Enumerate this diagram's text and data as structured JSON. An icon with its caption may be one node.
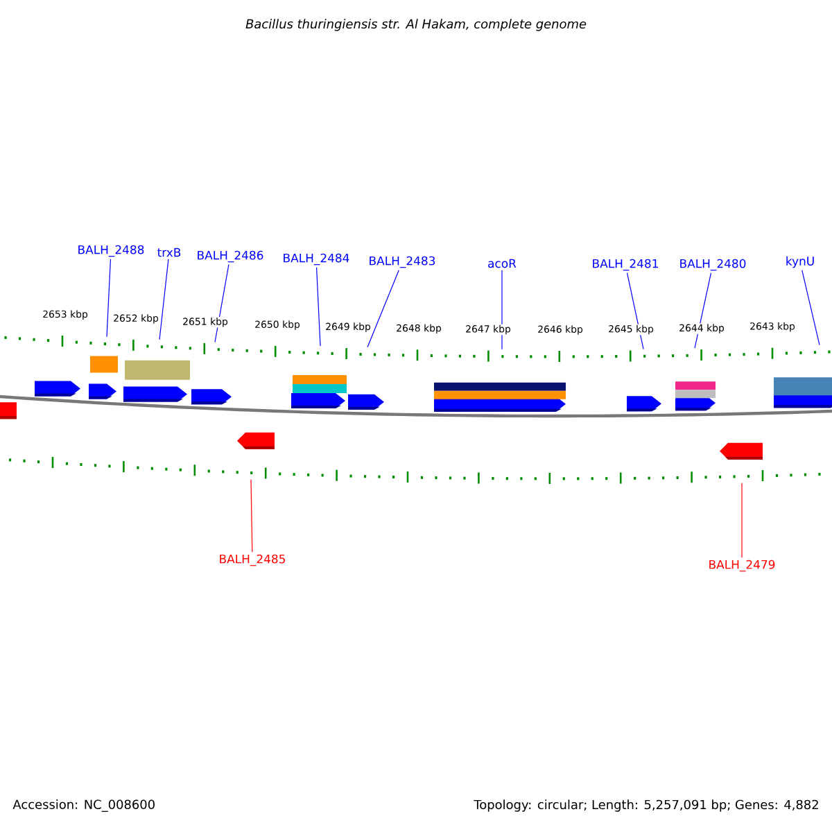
{
  "diagram": {
    "title": "Bacillus thuringiensis str. Al Hakam, complete genome",
    "nodes": [
      {
        "text": [
          "BALH_2488"
        ]
      },
      {
        "text": [
          "trxB"
        ]
      },
      {
        "text": [
          "BALH_2486"
        ]
      },
      {
        "text": [
          "BALH_2484"
        ]
      },
      {
        "text": [
          "BALH_2483"
        ]
      },
      {
        "text": [
          "acoR"
        ]
      },
      {
        "text": [
          "BALH_2481"
        ]
      },
      {
        "text": [
          "BALH_2480"
        ]
      },
      {
        "text": [
          "kynU"
        ]
      },
      {
        "text": [
          "BALH_2485"
        ]
      },
      {
        "text": [
          "BALH_2479"
        ]
      },
      {
        "text": [],
        "shape": "scale"
      },
      {
        "text": [],
        "shape": "scale"
      }
    ],
    "edges": [
      {
        "from": 0,
        "to": 11,
        "arrow": "none"
      },
      {
        "from": 1,
        "to": 11,
        "arrow": "none"
      },
      {
        "from": 2,
        "to": 11,
        "arrow": "none"
      },
      {
        "from": 3,
        "to": 11,
        "arrow": "none"
      },
      {
        "from": 4,
        "to": 11,
        "arrow": "none"
      },
      {
        "from": 5,
        "to": 11,
        "arrow": "none"
      },
      {
        "from": 6,
        "to": 11,
        "arrow": "none"
      },
      {
        "from": 7,
        "to": 11,
        "arrow": "none"
      },
      {
        "from": 8,
        "to": 11,
        "arrow": "none"
      },
      {
        "from": 9,
        "to": 12,
        "arrow": "none",
        "color": "#ff0000"
      },
      {
        "from": 10,
        "to": 12,
        "arrow": "none",
        "color": "#ff0000"
      }
    ],
    "labels": [
      "2653 kbp",
      "2652 kbp",
      "2651 kbp",
      "2650 kbp",
      "2649 kbp",
      "2648 kbp",
      "2647 kbp",
      "2646 kbp",
      "2645 kbp",
      "2644 kbp",
      "2643 kbp",
      "Accession: NC_008600",
      "Topology: circular; Length: 5,257,091 bp; Genes: 4,882"
    ]
  }
}
